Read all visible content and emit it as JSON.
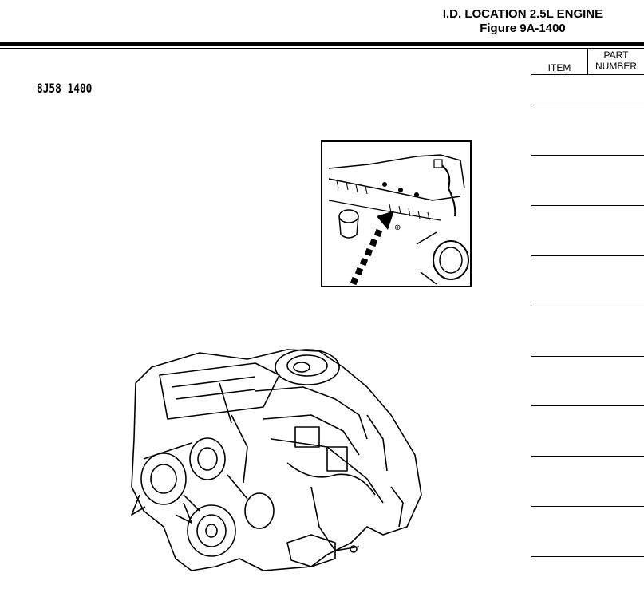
{
  "header": {
    "title_line1": "I.D. LOCATION 2.5L ENGINE",
    "title_line2": "Figure  9A-1400"
  },
  "table": {
    "col_item": "ITEM",
    "col_part_line1": "PART",
    "col_part_line2": "NUMBER",
    "rows": 10
  },
  "figure": {
    "code": "8J58  1400"
  }
}
